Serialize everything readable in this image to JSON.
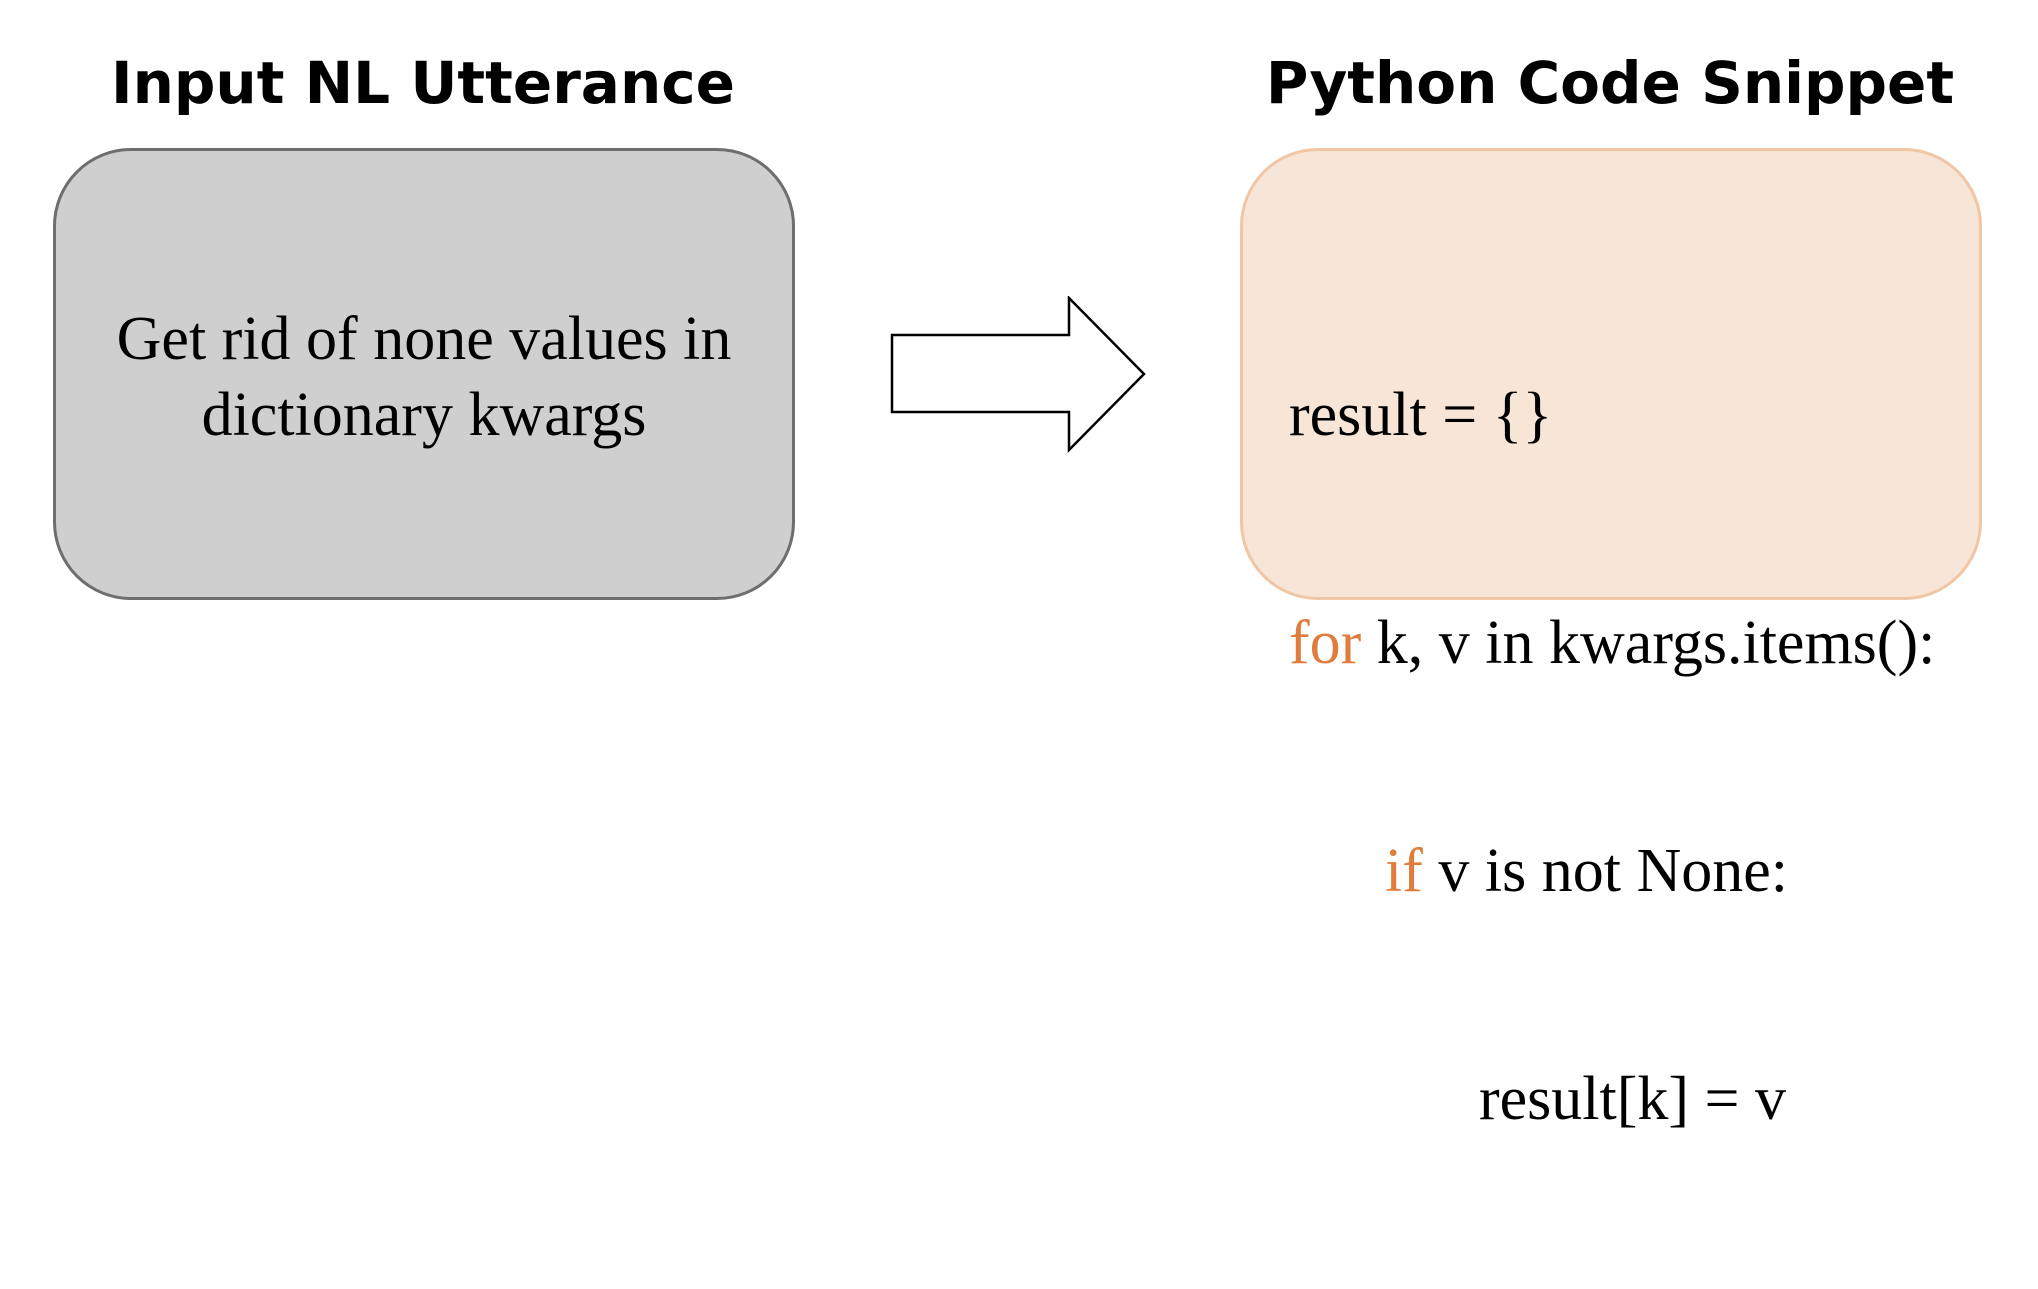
{
  "left": {
    "title": "Input NL Utterance",
    "text_line1": "Get rid of none values in",
    "text_line2": "dictionary kwargs"
  },
  "right": {
    "title": "Python Code Snippet",
    "code": {
      "line1": "result = {}",
      "line2_kw": "for",
      "line2_rest": " k, v in kwargs.items():",
      "line3_kw": "if",
      "line3_rest": " v is not None:",
      "line4": "result[k] = v"
    }
  },
  "colors": {
    "left_box_fill": "#d0cfd0",
    "left_box_border": "#6e6e6e",
    "right_box_fill": "#f7e5d8",
    "right_box_border": "#f1c6a5",
    "keyword": "#e07d3c"
  },
  "icons": {
    "arrow": "right-arrow-icon"
  }
}
